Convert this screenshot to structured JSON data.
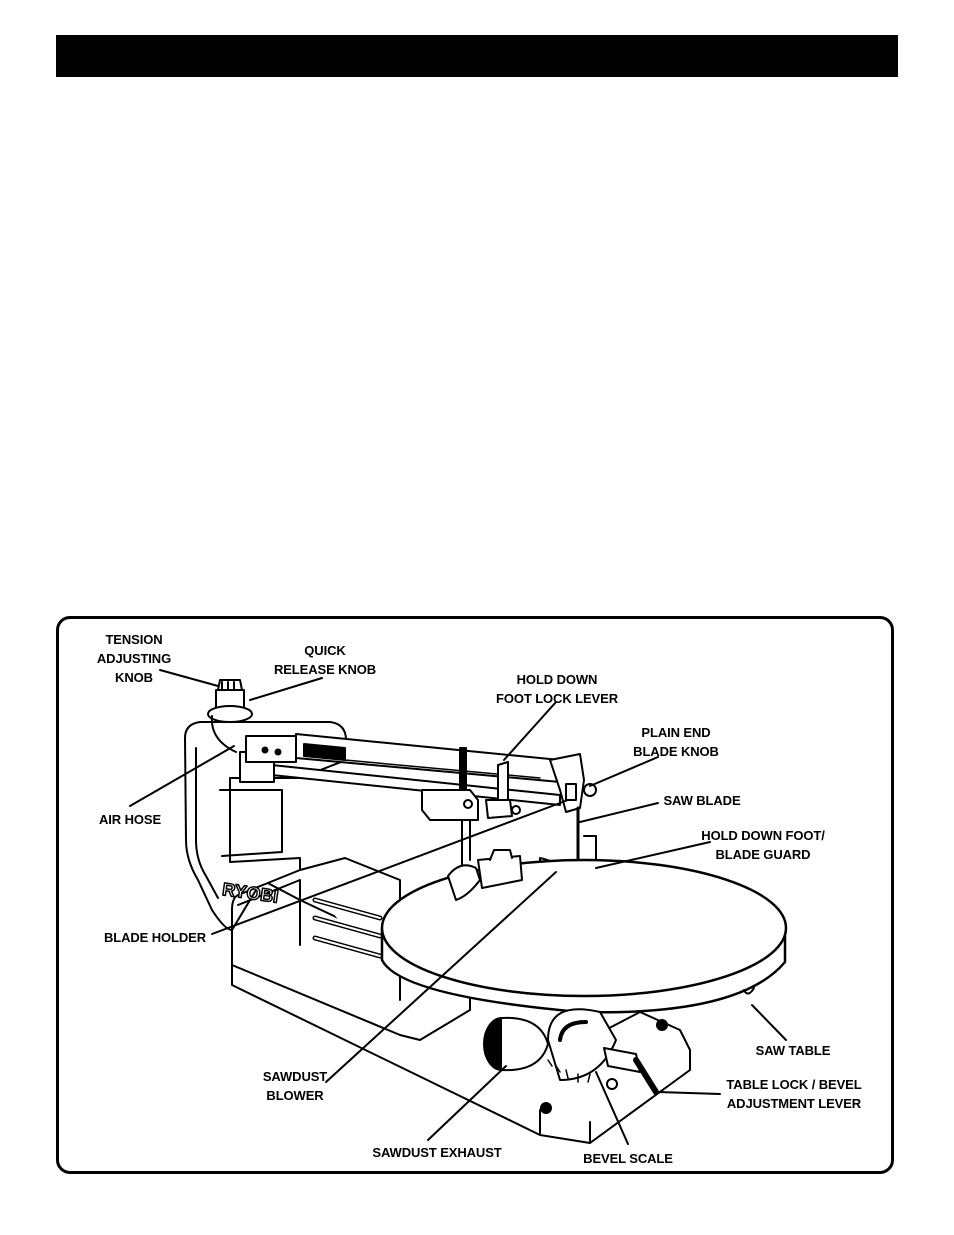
{
  "labels": {
    "tension_adjusting_knob": [
      "TENSION",
      "ADJUSTING",
      "KNOB"
    ],
    "quick_release_knob": [
      "QUICK",
      "RELEASE KNOB"
    ],
    "hold_down_foot_lock_lever": [
      "HOLD DOWN",
      "FOOT LOCK LEVER"
    ],
    "plain_end_blade_knob": [
      "PLAIN END",
      "BLADE KNOB"
    ],
    "saw_blade": [
      "SAW BLADE"
    ],
    "hold_down_foot_blade_guard": [
      "HOLD DOWN FOOT/",
      "BLADE GUARD"
    ],
    "air_hose": [
      "AIR HOSE"
    ],
    "blade_holder": [
      "BLADE HOLDER"
    ],
    "saw_table": [
      "SAW TABLE"
    ],
    "table_lock_bevel_adjustment_lever": [
      "TABLE LOCK / BEVEL",
      "ADJUSTMENT LEVER"
    ],
    "sawdust_blower": [
      "SAWDUST",
      "BLOWER"
    ],
    "sawdust_exhaust": [
      "SAWDUST EXHAUST"
    ],
    "bevel_scale": [
      "BEVEL SCALE"
    ]
  },
  "brand_logo": "RYOBI",
  "colors": {
    "ink": "#000000",
    "paper": "#ffffff"
  }
}
